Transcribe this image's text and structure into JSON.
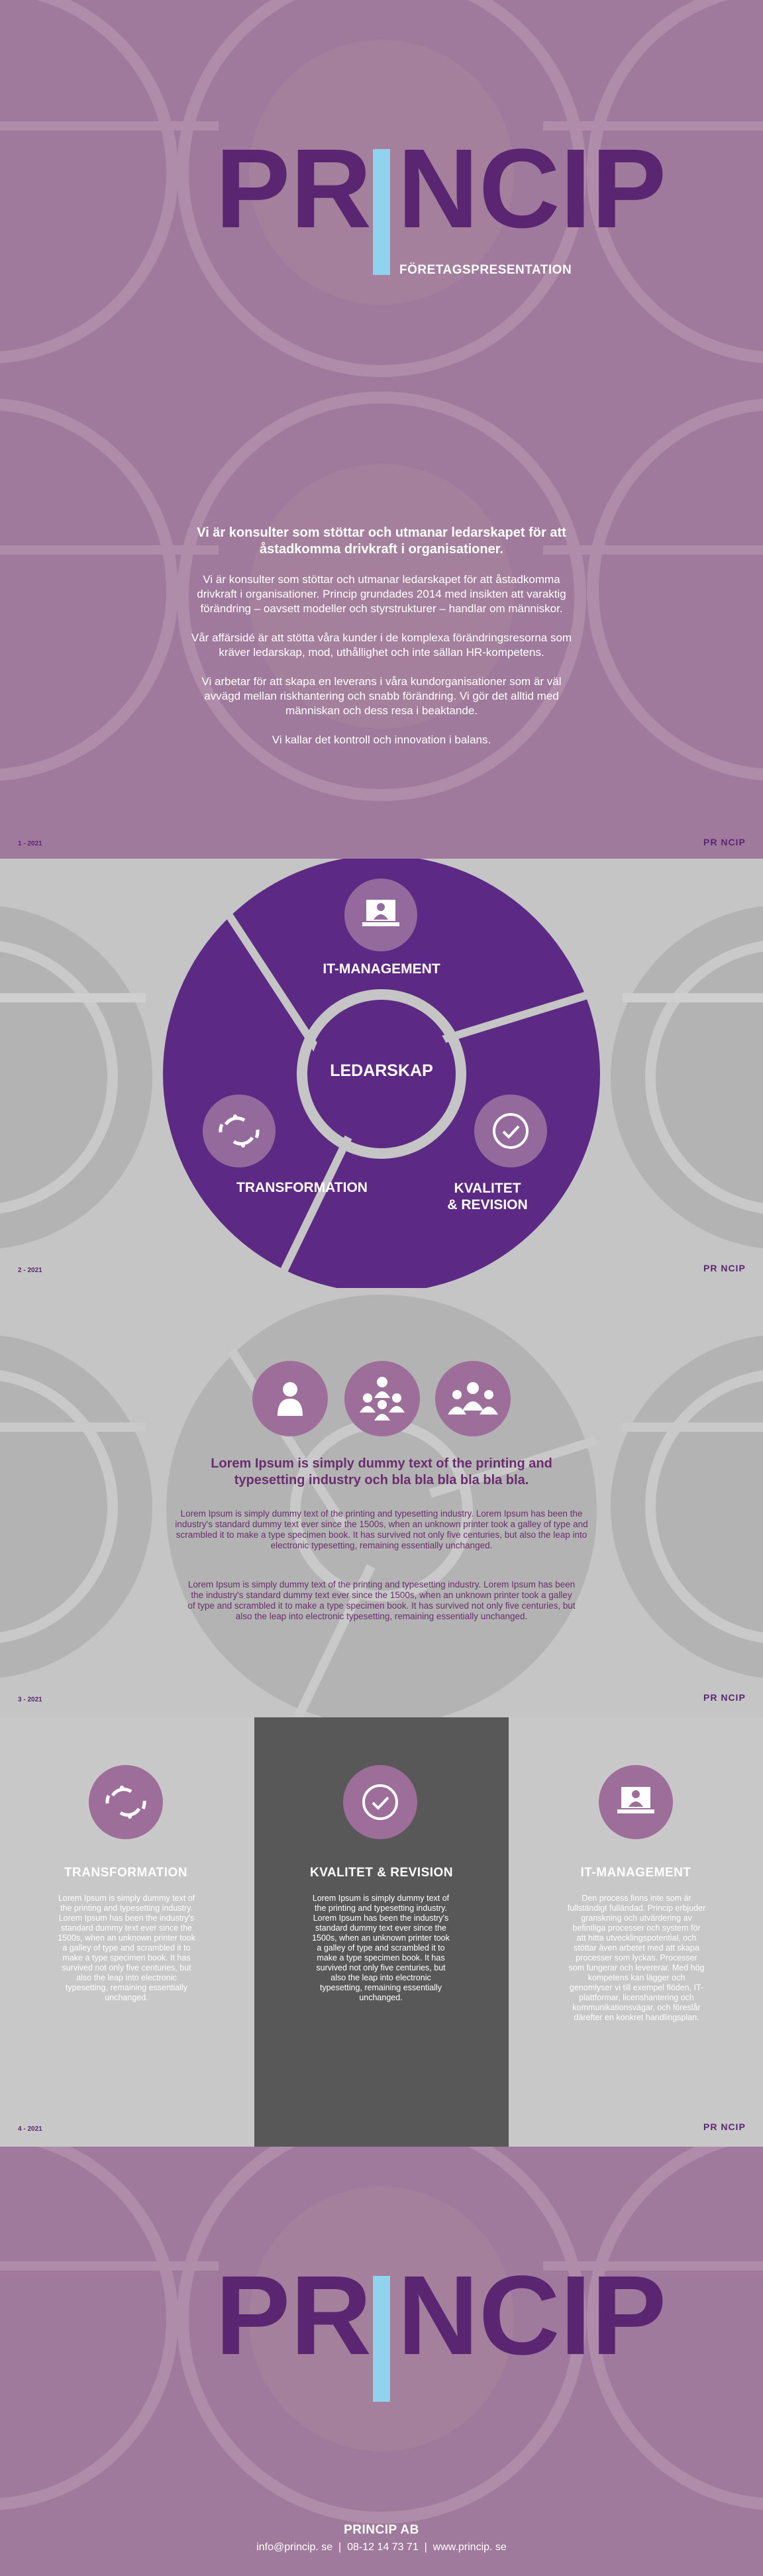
{
  "brand": {
    "logo_left": "PR",
    "logo_right": "NCIP",
    "subtitle": "FÖRETAGSPRESENTATION",
    "purple": "#5a2672",
    "accent_blue": "#8fd3ef",
    "mauve": "#a07a9c"
  },
  "intro": {
    "heading": "Vi är konsulter som stöttar och utmanar ledarskapet för att åstadkomma drivkraft i organisationer.",
    "p1": "Vi är konsulter som stöttar och utmanar ledarskapet för att åstadkomma drivkraft i organisationer. Princip grundades 2014 med insikten att varaktig förändring – oavsett modeller och styrstrukturer – handlar om människor.",
    "p2": "Vår affärsidé är att stötta våra kunder i de komplexa förändringsresorna som kräver ledarskap, mod, uthållighet och inte sällan HR-kompetens.",
    "p3": "Vi arbetar för att skapa en leverans i våra kundorganisationer som är väl avvägd mellan riskhantering och snabb förändring. Vi gör det alltid med människan och dess resa i beaktande.",
    "p4": "Vi kallar det kontroll och innovation i balans."
  },
  "footers": {
    "page1": "1 - 2021",
    "page2": "2 - 2021",
    "page3": "3 - 2021",
    "page4": "4 - 2021",
    "logo_small": "PR NCIP"
  },
  "diagram": {
    "center": "LEDARSKAP",
    "top": "IT-MANAGEMENT",
    "left": "TRANSFORMATION",
    "right_line1": "KVALITET",
    "right_line2": "& REVISION",
    "icons": [
      "laptop-user-icon",
      "cycle-icon",
      "check-icon"
    ]
  },
  "page3": {
    "heading": "Lorem Ipsum is simply dummy text of the printing and typesetting industry och bla bla bla bla bla bla.",
    "para1": "Lorem Ipsum is simply dummy text of the printing and typesetting industry. Lorem Ipsum has been the industry's standard dummy text ever since the 1500s, when an unknown printer took a galley of type and scrambled it to make a type specimen book. It has survived not only five centuries, but also the leap into electronic typesetting, remaining essentially unchanged.",
    "para2": "Lorem Ipsum is simply dummy text of the printing and typesetting industry. Lorem Ipsum has been the industry's standard dummy text ever since the 1500s, when an unknown printer took a galley of type and scrambled it to make a type specimen book. It has survived not only five centuries, but also the leap into electronic typesetting, remaining essentially unchanged.",
    "icons": [
      "person-icon",
      "group-icon",
      "team-icon"
    ]
  },
  "page4": {
    "col1_title": "TRANSFORMATION",
    "col1_body": "Lorem Ipsum is simply dummy text of the printing and typesetting industry. Lorem Ipsum has been the industry's standard dummy text ever since the 1500s, when an unknown printer took a galley of type and scrambled it to make a type specimen book. It has survived not only five centuries, but also the leap into electronic typesetting, remaining essentially unchanged.",
    "col2_title": "KVALITET & REVISION",
    "col2_body": "Lorem Ipsum is simply dummy text of the printing and typesetting industry. Lorem Ipsum has been the industry's standard dummy text ever since the 1500s, when an unknown printer took a galley of type and scrambled it to make a type specimen book. It has survived not only five centuries, but also the leap into electronic typesetting, remaining essentially unchanged.",
    "col3_title": "IT-MANAGEMENT",
    "col3_body": "Den process finns inte som är fullständigt fulländad. Princip erbjuder granskning och utvärdering av befintliga processer och system för att hitta utvecklingspotential, och stöttar även arbetet med att skapa processer som lyckas. Processer som fungerar och levererar. Med hög kompetens kan lägger och genomlyser vi till exempel flöden, IT-plattformar, licenshantering och kommunikationsvägar, och föreslår därefter en konkret handlingsplan."
  },
  "contact": {
    "company": "PRINCIP AB",
    "line": "info@princip. se  |  08-12 14 73 71  |  www.princip. se"
  }
}
